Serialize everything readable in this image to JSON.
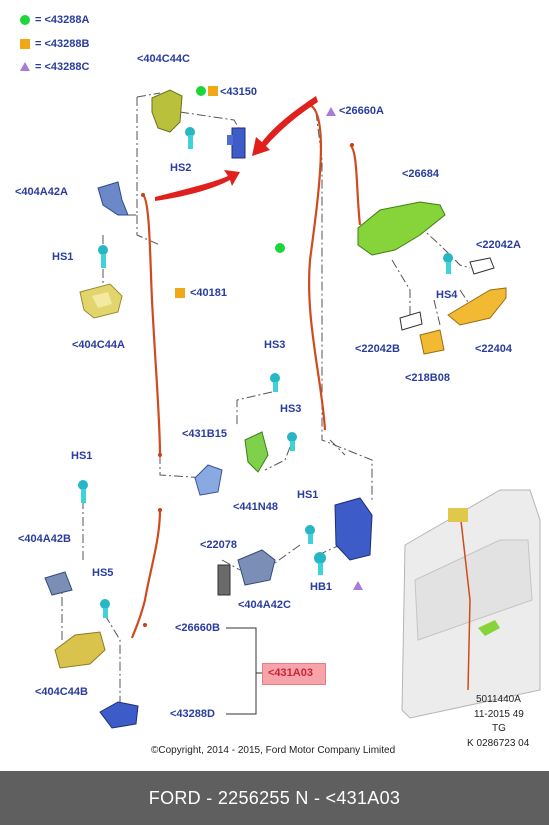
{
  "legend": [
    {
      "symbol": "green-circle",
      "text": "= <43288A"
    },
    {
      "symbol": "orange-square",
      "text": "= <43288B"
    },
    {
      "symbol": "purple-triangle",
      "text": "= <43288C"
    }
  ],
  "labels": {
    "l404C44C": "<404C44C",
    "l43150": "<43150",
    "hs2": "HS2",
    "l26660A": "<26660A",
    "l404A42A": "<404A42A",
    "l26684": "<26684",
    "hs1_top": "HS1",
    "l40181": "<40181",
    "l22042A": "<22042A",
    "l404C44A": "<404C44A",
    "hs4": "HS4",
    "l22042B": "<22042B",
    "l22404": "<22404",
    "l218B08": "<218B08",
    "hs3_a": "HS3",
    "hs3_b": "HS3",
    "l431B15": "<431B15",
    "hs1_left": "HS1",
    "l441N48": "<441N48",
    "hs1_right": "HS1",
    "l404A42B": "<404A42B",
    "l22078": "<22078",
    "hs5": "HS5",
    "l404A42C": "<404A42C",
    "hb1": "HB1",
    "l26660B": "<26660B",
    "l431A03": "<431A03",
    "l404C44B": "<404C44B",
    "l43288D": "<43288D"
  },
  "meta": {
    "ref1": "5011440A",
    "ref2": "11-2015 49",
    "ref3": "TG",
    "ref4": "K 0286723 04",
    "copyright": "©Copyright, 2014 - 2015, Ford Motor Company Limited"
  },
  "footer": {
    "text": "FORD - 2256255     N - <431A03"
  },
  "colors": {
    "label_blue": "#2a3c9e",
    "cable": "#d04a1e",
    "arrow": "#e0201c",
    "highlight": "#f6a3a9",
    "footer_bg": "#5f5f5f"
  }
}
